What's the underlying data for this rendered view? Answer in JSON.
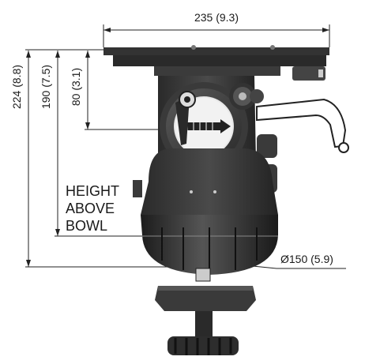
{
  "dimensions": {
    "width_plate": "235 (9.3)",
    "height_total": "224 (8.8)",
    "height_to_bowl": "190 (7.5)",
    "height_axis": "80 (3.1)",
    "bowl_diameter": "Ø150 (5.9)"
  },
  "label": {
    "line1": "HEIGHT",
    "line2": "ABOVE",
    "line3": "BOWL"
  }
}
